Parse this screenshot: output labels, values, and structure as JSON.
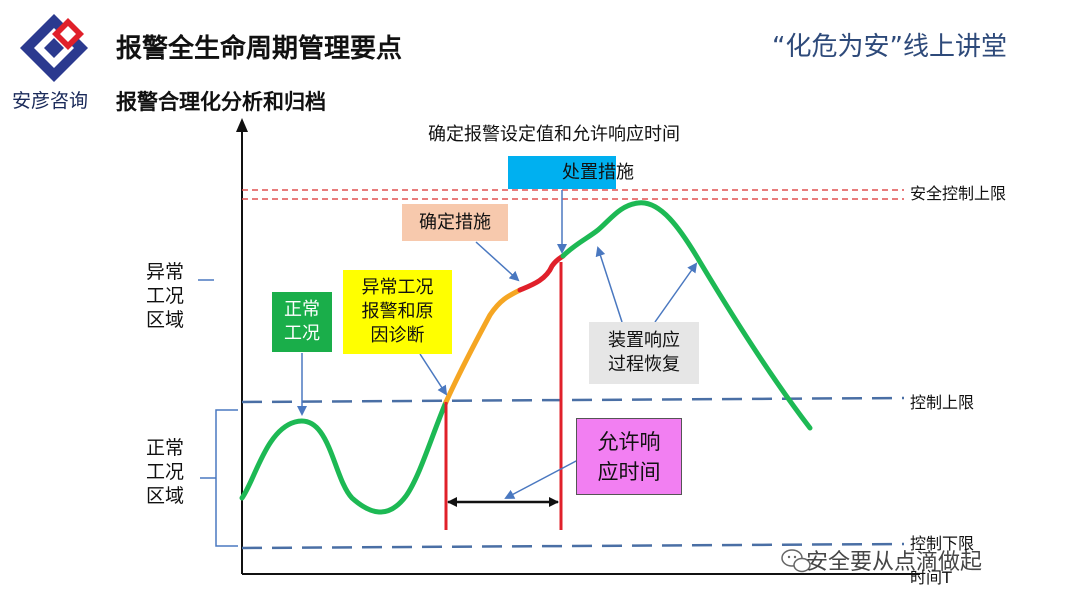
{
  "header": {
    "logo_text": "安彦咨询",
    "title": "报警全生命周期管理要点",
    "subtitle": "报警合理化分析和归档",
    "brand": "“化危为安”线上讲堂"
  },
  "diagram": {
    "title": "确定报警设定值和允许响应时间",
    "boxes": {
      "normal_condition": "正常\n工况",
      "alarm_diagnosis": "异常工况\n报警和原\n因诊断",
      "confirm_measures": "确定措施",
      "disposal_measures": "处置措施",
      "device_response": "装置响应\n过程恢复",
      "allowed_response_time": "允许响\n应时间"
    },
    "zones": {
      "abnormal": "异常\n工况\n区域",
      "normal": "正常\n工况\n区域"
    },
    "lines": {
      "safety_upper": "安全控制上限",
      "control_upper": "控制上限",
      "control_lower": "控制下限"
    },
    "x_axis_label": "时间T"
  },
  "watermark": "安全要从点滴做起",
  "colors": {
    "curve_green": "#1db954",
    "curve_orange": "#f5a623",
    "curve_red": "#e0202a",
    "safety_line": "#e05050",
    "control_line": "#4a6fa5",
    "arrow": "#4a78c0",
    "logo_blue": "#2b3a8f",
    "logo_red": "#e0202a"
  }
}
